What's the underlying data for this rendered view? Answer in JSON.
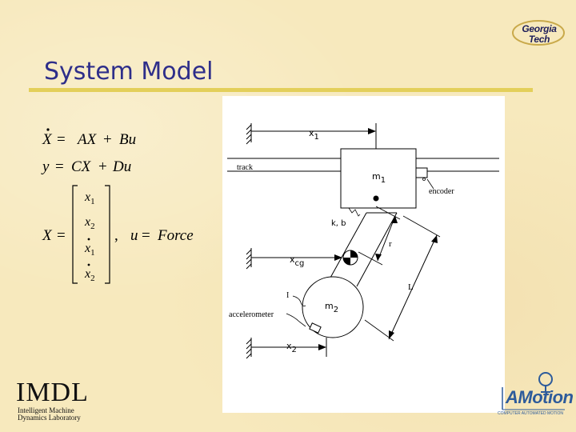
{
  "slide": {
    "title": "System Model"
  },
  "logos": {
    "gt_line1": "Georgia",
    "gt_line2": "Tech",
    "imdl_big": "IMDL",
    "imdl_line1": "Intelligent Machine",
    "imdl_line2": "Dynamics Laboratory",
    "amotion_word": "AMotion",
    "amotion_tagline": "COMPUTER AUTOMATED MOTION"
  },
  "equations": {
    "state_eq": "Ẋ = AX + Bu",
    "output_eq": "y = CX + Du",
    "state_vector_label": "X =",
    "state_vector_entries": [
      "x₁",
      "x₂",
      "ẋ₁",
      "ẋ₂"
    ],
    "input_eq": "u = Force"
  },
  "diagram": {
    "labels": {
      "x1": "x",
      "x1_sub": "1",
      "track": "track",
      "m1": "m",
      "m1_sub": "1",
      "encoder": "encoder",
      "kb": "k, b",
      "r": "r",
      "xcg": "x",
      "xcg_sub": "cg",
      "L": "L",
      "I": "I",
      "m2": "m",
      "m2_sub": "2",
      "accelerometer": "accelerometer",
      "x2": "x",
      "x2_sub": "2"
    }
  }
}
